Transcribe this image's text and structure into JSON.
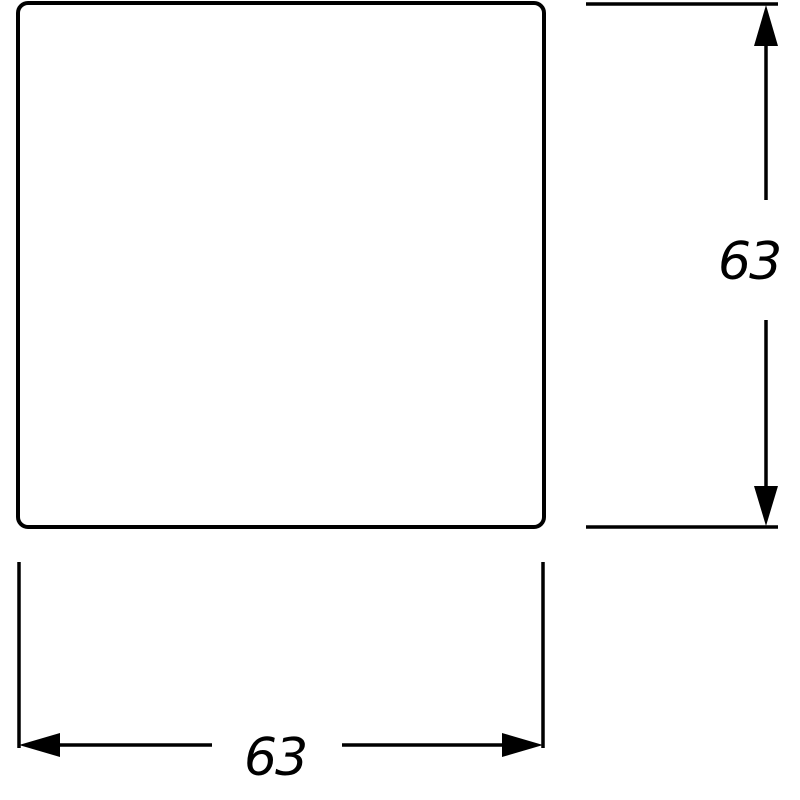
{
  "drawing": {
    "width_dimension": {
      "label": "63",
      "value": 63
    },
    "height_dimension": {
      "label": "63",
      "value": 63
    },
    "line_color": "#000000",
    "background_color": "#ffffff"
  }
}
